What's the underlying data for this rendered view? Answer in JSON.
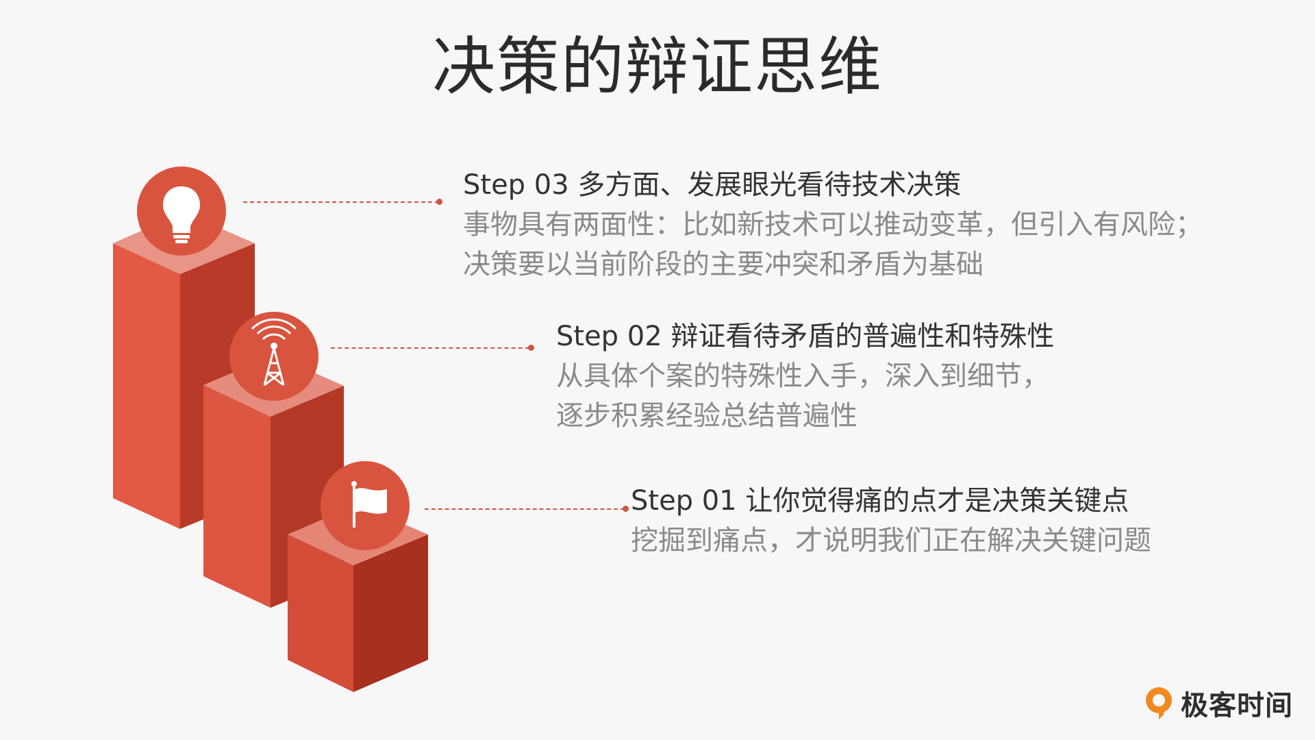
{
  "title": "决策的辩证思维",
  "steps": [
    {
      "heading": "Step 03  多方面、发展眼光看待技术决策",
      "lines": [
        "事物具有两面性：比如新技术可以推动变革，但引入有风险；",
        "决策要以当前阶段的主要冲突和矛盾为基础"
      ],
      "icon": "lightbulb-icon"
    },
    {
      "heading": "Step 02 辩证看待矛盾的普遍性和特殊性",
      "lines": [
        "从具体个案的特殊性入手，深入到细节，",
        "逐步积累经验总结普遍性"
      ],
      "icon": "signal-tower-icon"
    },
    {
      "heading": "Step 01 让你觉得痛的点才是决策关键点",
      "lines": [
        "挖掘到痛点，才说明我们正在解决关键问题"
      ],
      "icon": "flag-icon"
    }
  ],
  "colors": {
    "accent": "#d9543e",
    "bar_front": "#d85640",
    "bar_side": "#b23a28",
    "bar_top": "#e8968a",
    "circle": "#d9543e",
    "heading_text": "#333333",
    "body_text": "#8a8a8a",
    "background": "#f8f7f8"
  },
  "brand": {
    "name": "极客时间",
    "icon": "geektime-logo-icon"
  }
}
